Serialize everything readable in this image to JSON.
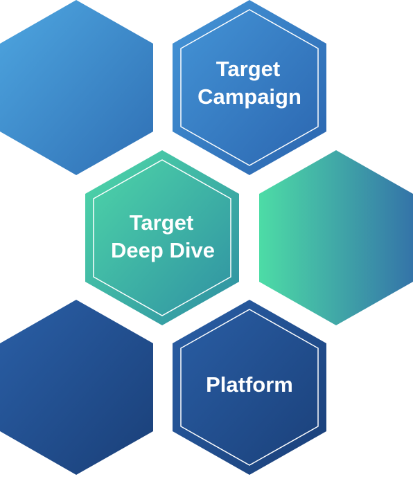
{
  "colors": {
    "blue_light": "#4a9fdc",
    "blue_mid": "#3a7fc4",
    "blue_dark": "#1d4a86",
    "teal": "#4dd6a6",
    "teal_dark": "#2f8ca0",
    "text": "#ffffff",
    "inner_border": "#ffffff"
  },
  "hexagons": [
    {
      "id": "top-left",
      "label_lines": [],
      "fill": "blue-light"
    },
    {
      "id": "top-right",
      "label_lines": [
        "Target",
        "Campaign"
      ],
      "fill": "blue-mid",
      "inner_border": true
    },
    {
      "id": "middle-left",
      "label_lines": [
        "Target",
        "Deep Dive"
      ],
      "fill": "teal",
      "inner_border": true
    },
    {
      "id": "middle-right",
      "label_lines": [],
      "fill": "teal-horizontal"
    },
    {
      "id": "bottom-left",
      "label_lines": [],
      "fill": "blue-dark"
    },
    {
      "id": "bottom-right",
      "label_lines": [
        "Platform"
      ],
      "fill": "blue-dark",
      "inner_border": true
    }
  ]
}
